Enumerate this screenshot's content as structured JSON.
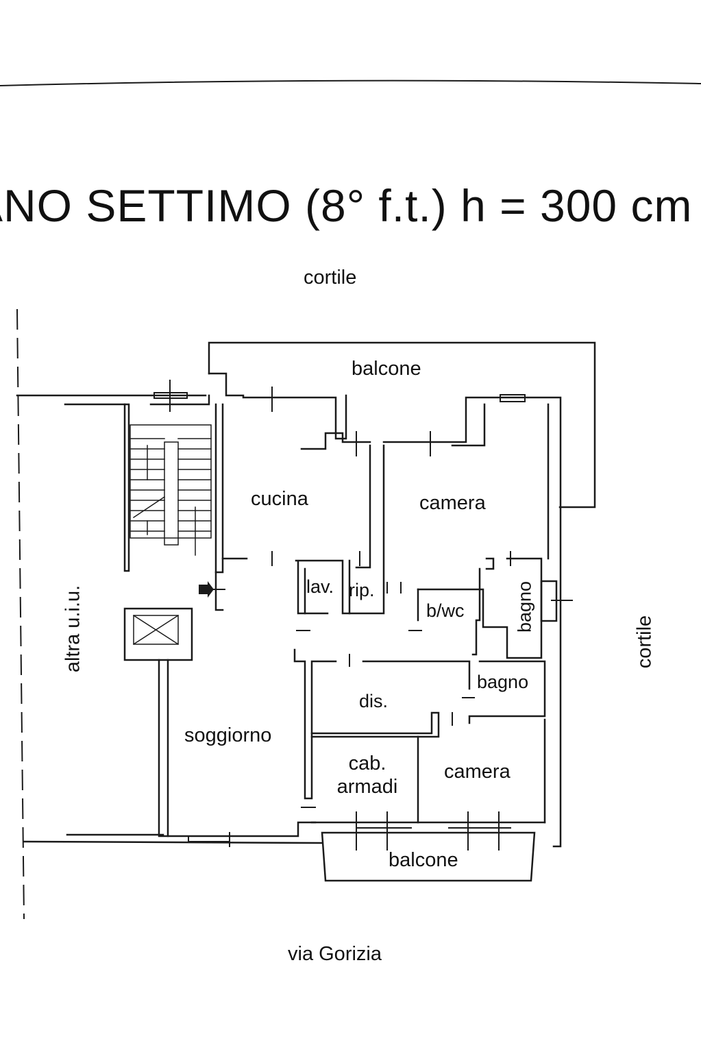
{
  "title": "ANO SETTIMO (8° f.t.)   h = 300 cm",
  "surroundings": {
    "top": "cortile",
    "right": "cortile",
    "left": "altra u.i.u.",
    "bottom": "via Gorizia"
  },
  "rooms": {
    "balcone_top": "balcone",
    "cucina": "cucina",
    "camera_top": "camera",
    "lavanderia": "lav.",
    "ripostiglio": "rip.",
    "bwc": "b/wc",
    "bagno_right": "bagno",
    "bagno_mid": "bagno",
    "disimpegno": "dis.",
    "soggiorno": "soggiorno",
    "cab_line1": "cab.",
    "cab_line2": "armadi",
    "camera_bottom": "camera",
    "balcone_bottom": "balcone"
  }
}
